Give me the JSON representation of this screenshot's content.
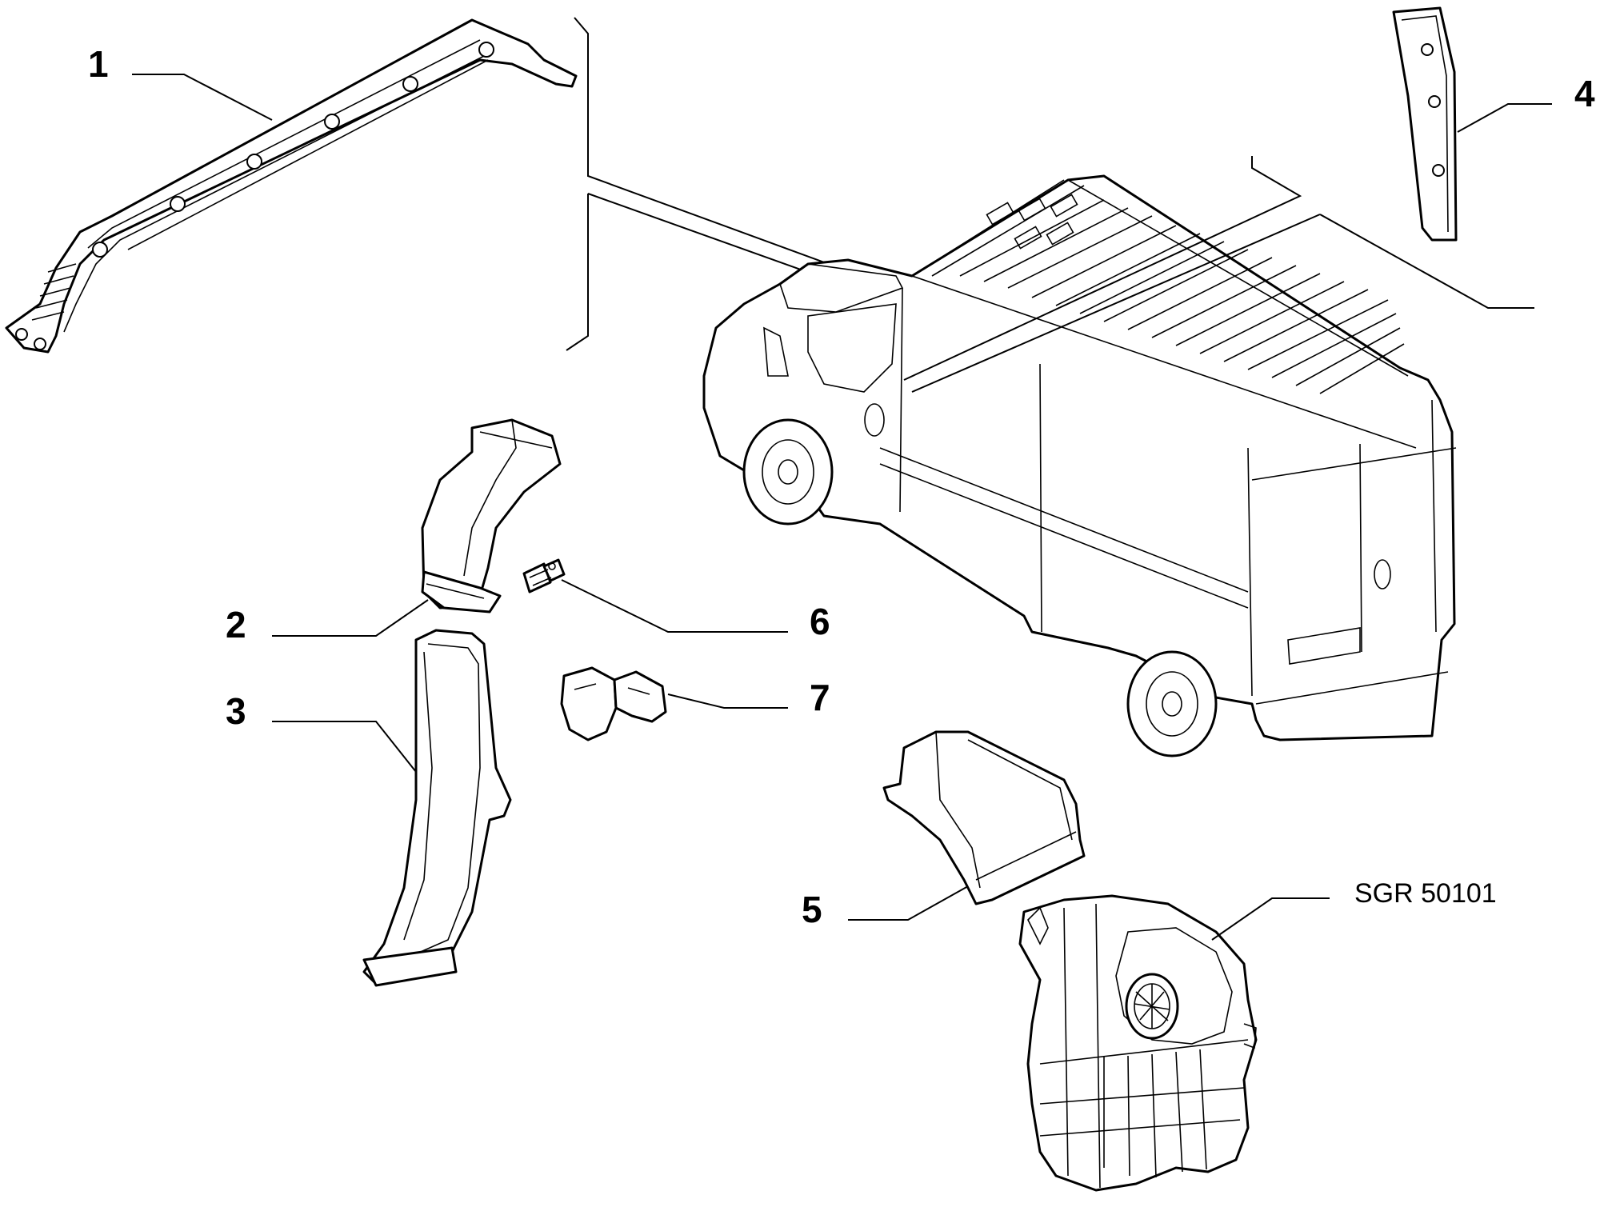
{
  "callouts": [
    {
      "id": "1",
      "label": "1"
    },
    {
      "id": "2",
      "label": "2"
    },
    {
      "id": "3",
      "label": "3"
    },
    {
      "id": "4",
      "label": "4"
    },
    {
      "id": "5",
      "label": "5"
    },
    {
      "id": "6",
      "label": "6"
    },
    {
      "id": "7",
      "label": "7"
    }
  ],
  "reference_code": "SGR 50101"
}
